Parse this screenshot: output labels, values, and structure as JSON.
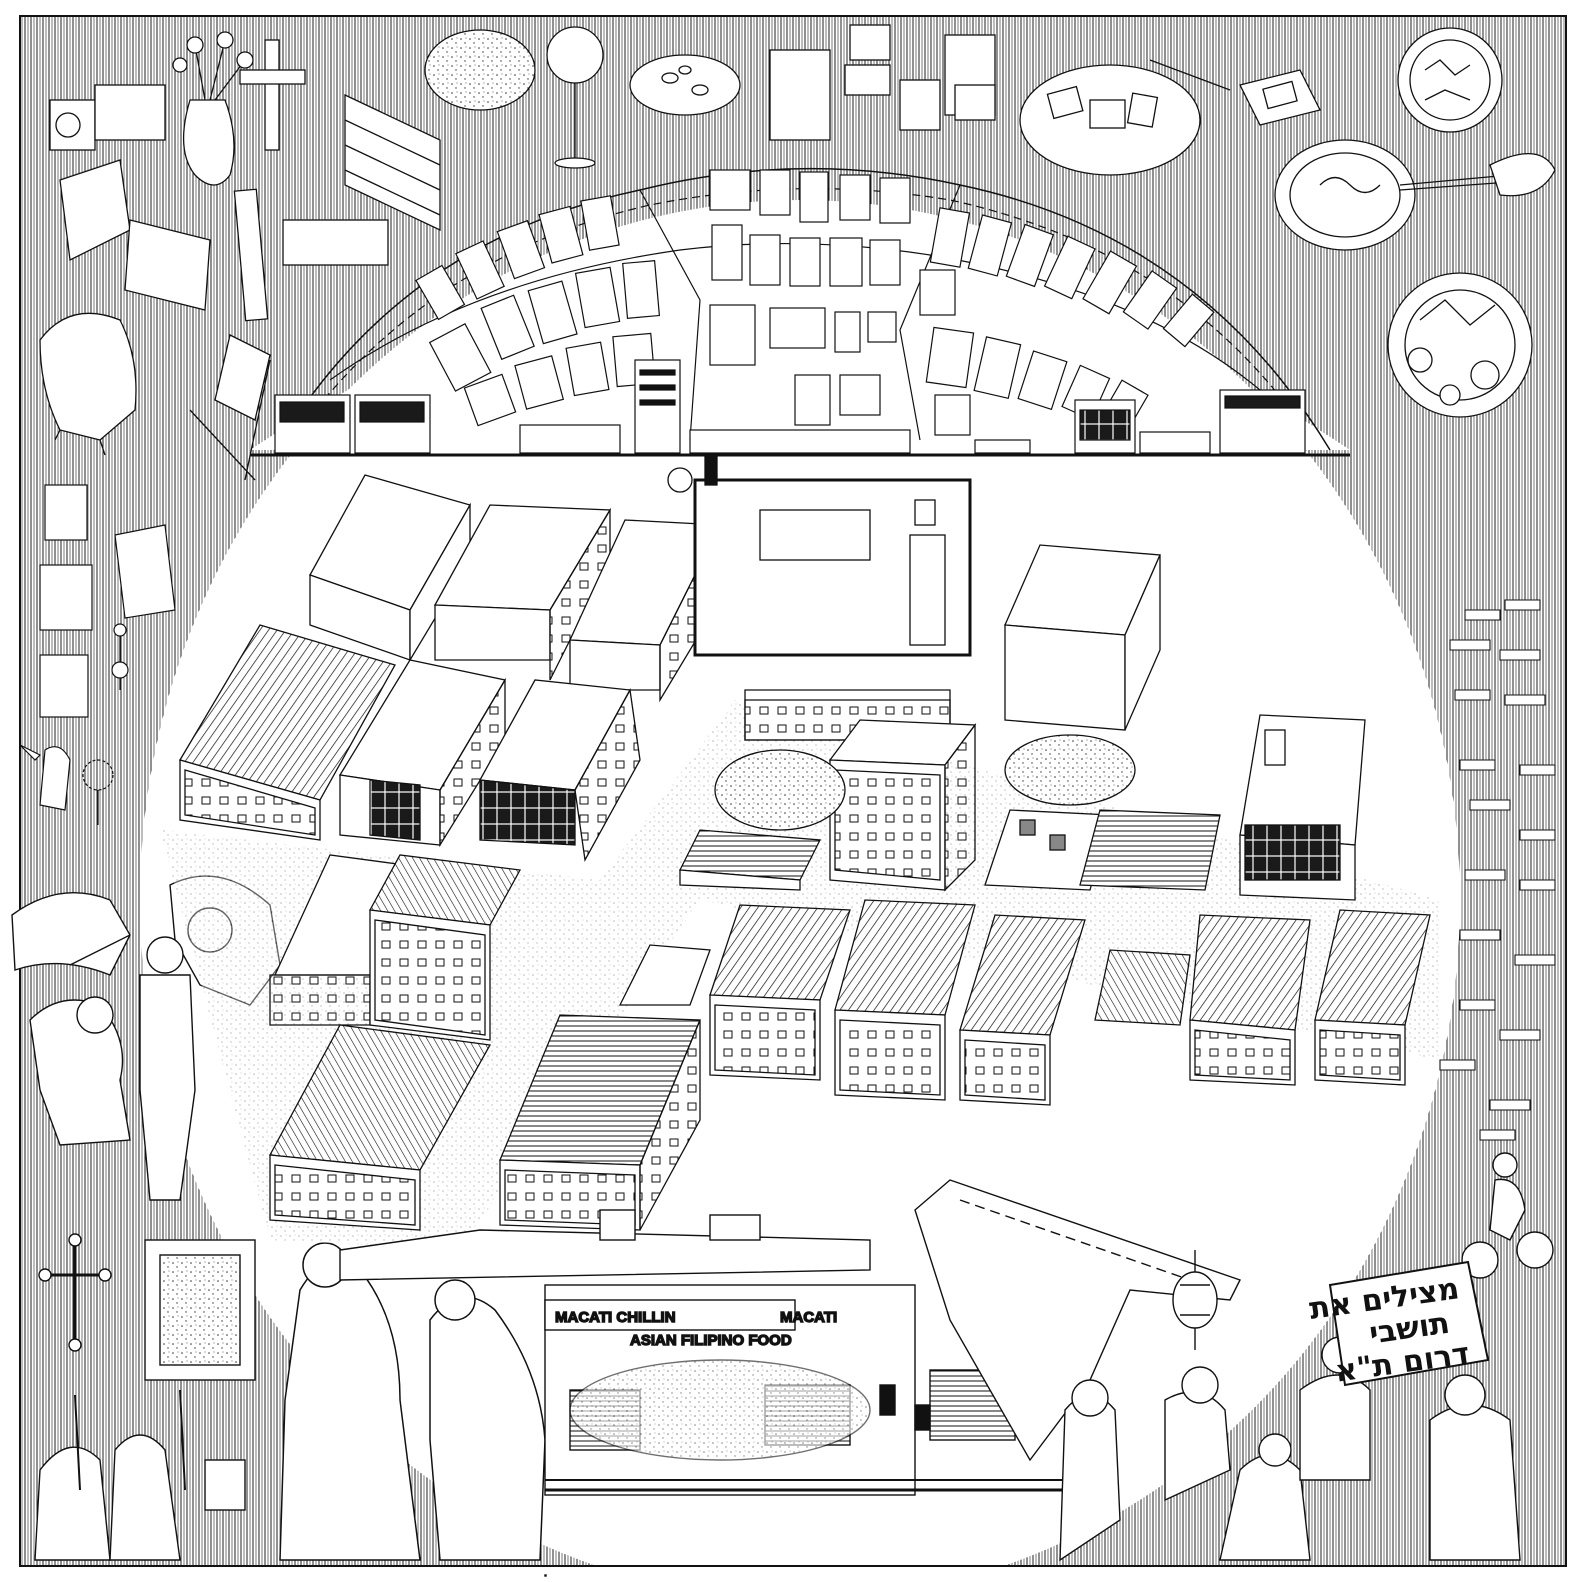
{
  "protest_sign": {
    "line1": "מצילים את",
    "line2": "תושבי",
    "line3": "דרום ת\"א"
  },
  "shop_signs": {
    "left": "MACATI CHILLIN",
    "middle": "ASIAN FILIPINO FOOD",
    "right": "MACATI"
  },
  "colors": {
    "ink": "#111111",
    "paper": "#ffffff",
    "glazing": "#1a1a1a"
  },
  "icons": [
    "crucifix-icon",
    "chinese-lantern-icon",
    "rosary-icon",
    "vase-of-flowers-icon"
  ]
}
